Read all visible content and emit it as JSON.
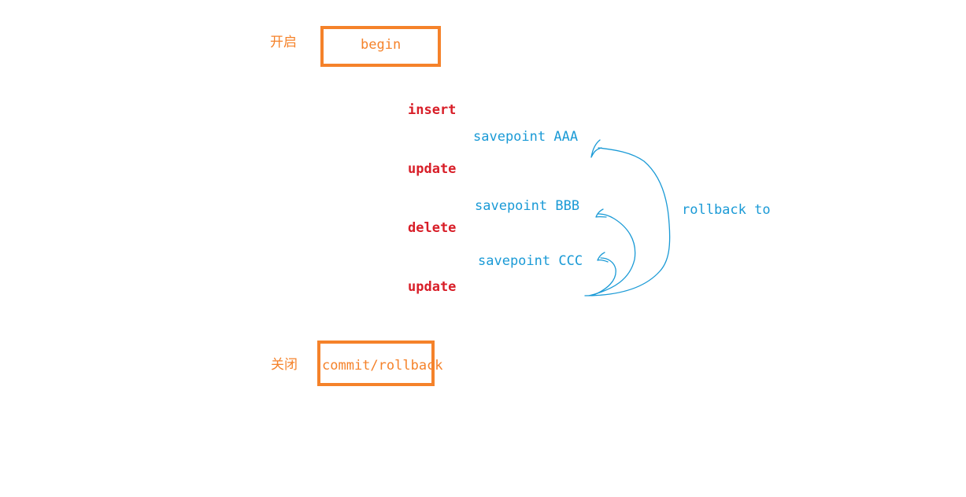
{
  "begin": {
    "side_label": "开启",
    "box_text": "begin"
  },
  "operations": [
    "insert",
    "update",
    "delete",
    "update"
  ],
  "savepoints": [
    "savepoint AAA",
    "savepoint BBB",
    "savepoint CCC"
  ],
  "rollback_label": "rollback to",
  "end": {
    "side_label": "关闭",
    "box_text": "commit/rollback"
  },
  "colors": {
    "begin_end": "#f5822a",
    "operations": "#d81e28",
    "savepoints": "#1a9ad6"
  }
}
